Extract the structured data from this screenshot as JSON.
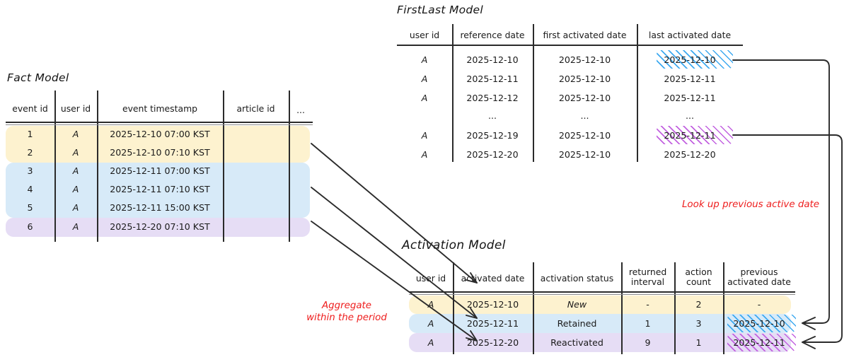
{
  "diagram": {
    "title_fact": "Fact Model",
    "title_firstlast": "FirstLast Model",
    "title_activation": "Activation Model"
  },
  "fact_model": {
    "title": "Fact Model",
    "columns": [
      "event id",
      "user id",
      "event timestamp",
      "article id",
      "..."
    ],
    "rows": [
      {
        "event_id": "1",
        "user_id": "A",
        "event_timestamp": "2025-12-10 07:00 KST",
        "article_id": "",
        "more": "",
        "group": "yellow"
      },
      {
        "event_id": "2",
        "user_id": "A",
        "event_timestamp": "2025-12-10 07:10 KST",
        "article_id": "",
        "more": "",
        "group": "yellow"
      },
      {
        "event_id": "3",
        "user_id": "A",
        "event_timestamp": "2025-12-11 07:00 KST",
        "article_id": "",
        "more": "",
        "group": "blue"
      },
      {
        "event_id": "4",
        "user_id": "A",
        "event_timestamp": "2025-12-11 07:10 KST",
        "article_id": "",
        "more": "",
        "group": "blue"
      },
      {
        "event_id": "5",
        "user_id": "A",
        "event_timestamp": "2025-12-11 15:00 KST",
        "article_id": "",
        "more": "",
        "group": "blue"
      },
      {
        "event_id": "6",
        "user_id": "A",
        "event_timestamp": "2025-12-20 07:10 KST",
        "article_id": "",
        "more": "",
        "group": "purple"
      }
    ]
  },
  "firstlast_model": {
    "title": "FirstLast Model",
    "columns": [
      "user id",
      "reference date",
      "first activated date",
      "last activated date"
    ],
    "rows": [
      {
        "user_id": "A",
        "reference_date": "2025-12-10",
        "first_activated_date": "2025-12-10",
        "last_activated_date": "2025-12-10",
        "highlight": "blue"
      },
      {
        "user_id": "A",
        "reference_date": "2025-12-11",
        "first_activated_date": "2025-12-10",
        "last_activated_date": "2025-12-11",
        "highlight": "none"
      },
      {
        "user_id": "A",
        "reference_date": "2025-12-12",
        "first_activated_date": "2025-12-10",
        "last_activated_date": "2025-12-11",
        "highlight": "none"
      },
      {
        "user_id": "",
        "reference_date": "...",
        "first_activated_date": "...",
        "last_activated_date": "...",
        "highlight": "none"
      },
      {
        "user_id": "A",
        "reference_date": "2025-12-19",
        "first_activated_date": "2025-12-10",
        "last_activated_date": "2025-12-11",
        "highlight": "purple"
      },
      {
        "user_id": "A",
        "reference_date": "2025-12-20",
        "first_activated_date": "2025-12-10",
        "last_activated_date": "2025-12-20",
        "highlight": "none"
      }
    ]
  },
  "activation_model": {
    "title": "Activation Model",
    "columns": [
      "user id",
      "activated date",
      "activation status",
      "returned interval",
      "action count",
      "previous activated date"
    ],
    "columns_wrapped": [
      [
        "user id",
        ""
      ],
      [
        "activated date",
        ""
      ],
      [
        "activation status",
        ""
      ],
      [
        "returned",
        "interval"
      ],
      [
        "action",
        "count"
      ],
      [
        "previous",
        "activated date"
      ]
    ],
    "rows": [
      {
        "user_id": "A",
        "activated_date": "2025-12-10",
        "activation_status": "New",
        "returned_interval": "-",
        "action_count": "2",
        "previous_activated_date": "-",
        "group": "yellow",
        "prev_highlight": "none"
      },
      {
        "user_id": "A",
        "activated_date": "2025-12-11",
        "activation_status": "Retained",
        "returned_interval": "1",
        "action_count": "3",
        "previous_activated_date": "2025-12-10",
        "group": "blue",
        "prev_highlight": "blue"
      },
      {
        "user_id": "A",
        "activated_date": "2025-12-20",
        "activation_status": "Reactivated",
        "returned_interval": "9",
        "action_count": "1",
        "previous_activated_date": "2025-12-11",
        "group": "purple",
        "prev_highlight": "purple"
      }
    ]
  },
  "annotations": {
    "aggregate_line1": "Aggregate",
    "aggregate_line2": "within the period",
    "lookup": "Look up previous active date"
  },
  "colors": {
    "yellow": "#fdf2cf",
    "blue": "#d7eaf8",
    "purple": "#e6ddf5",
    "hatch_blue": "#3da9f0",
    "hatch_purple": "#c261e0",
    "annotation_red": "#ee1d1d",
    "ink": "#2b2b2b"
  }
}
